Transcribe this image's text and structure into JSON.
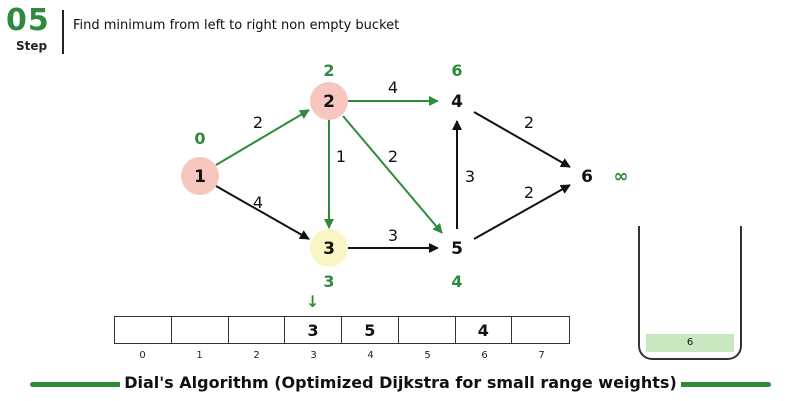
{
  "step": {
    "number": "05",
    "label": "Step"
  },
  "header": {
    "instruction": "Find minimum from left to right non empty bucket"
  },
  "colors": {
    "green": "#2e8b3e",
    "black": "#111111",
    "visited_fill": "#f6c6bf",
    "current_fill": "#faf5c4",
    "queue_fill": "#c9e8c2"
  },
  "graph": {
    "nodes": [
      {
        "id": "1",
        "dist": "0"
      },
      {
        "id": "2",
        "dist": "2"
      },
      {
        "id": "3",
        "dist": "3"
      },
      {
        "id": "4",
        "dist": "6"
      },
      {
        "id": "5",
        "dist": "4"
      },
      {
        "id": "6",
        "dist": "∞"
      }
    ],
    "edges": [
      {
        "from": "1",
        "to": "2",
        "weight": "2"
      },
      {
        "from": "1",
        "to": "3",
        "weight": "4"
      },
      {
        "from": "2",
        "to": "3",
        "weight": "1"
      },
      {
        "from": "2",
        "to": "4",
        "weight": "4"
      },
      {
        "from": "2",
        "to": "5",
        "weight": "2"
      },
      {
        "from": "3",
        "to": "5",
        "weight": "3"
      },
      {
        "from": "5",
        "to": "4",
        "weight": "3"
      },
      {
        "from": "4",
        "to": "6",
        "weight": "2"
      },
      {
        "from": "5",
        "to": "6",
        "weight": "2"
      }
    ]
  },
  "buckets": {
    "cells": [
      "",
      "",
      "",
      "3",
      "5",
      "",
      "4",
      ""
    ],
    "indices": [
      "0",
      "1",
      "2",
      "3",
      "4",
      "5",
      "6",
      "7"
    ],
    "pointer_symbol": "↓"
  },
  "container": {
    "items": [
      "6"
    ]
  },
  "footer": {
    "title": "Dial's Algorithm (Optimized Dijkstra for small range weights)"
  }
}
